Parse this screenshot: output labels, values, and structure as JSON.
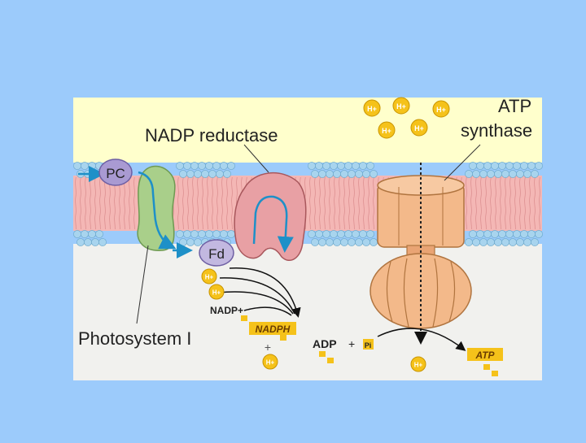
{
  "labels": {
    "nadp_reductase": "NADP reductase",
    "atp_synthase_line1": "ATP",
    "atp_synthase_line2": "synthase",
    "photosystem": "Photosystem I",
    "pc": "PC",
    "fd": "Fd",
    "nadp_plus": "NADP+",
    "nadph": "NADPH",
    "plus_nadph": "+",
    "adp": "ADP",
    "plus_adp": "+",
    "pi": "Pi",
    "atp": "ATP",
    "h_ion": "H+"
  },
  "colors": {
    "slide_background": "#9ccbfb",
    "stroma": "#ffffcc",
    "lumen": "#f1f1ee",
    "lipid_head": "#a8d4ee",
    "lipid_tail": "#f4b7b5",
    "photosystem": "#a9cf8a",
    "nadp_reductase": "#e8a0a4",
    "atp_synthase": "#f3b98a",
    "plastocyanin": "#a99ad2",
    "ferredoxin": "#c2b8e0",
    "h_ion": "#f5c21a",
    "electron_flow": "#1e90c8"
  },
  "icons": {
    "h_ion": "h-ion-icon",
    "phosphate": "phosphate-icon",
    "arrow": "arrow-icon"
  }
}
